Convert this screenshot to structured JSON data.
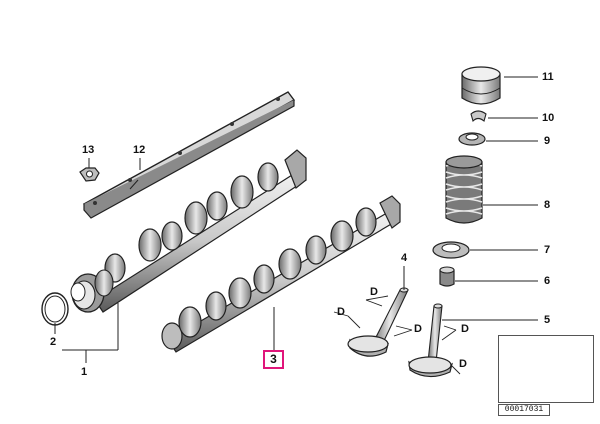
{
  "callouts": {
    "c1": "1",
    "c2": "2",
    "c3": "3",
    "c4": "4",
    "c5": "5",
    "c6": "6",
    "c7": "7",
    "c8": "8",
    "c9": "9",
    "c10": "10",
    "c11": "11",
    "c12": "12",
    "c13": "13"
  },
  "dimension_label": "D",
  "highlighted_callout": "3",
  "highlight_color": "#e0157a",
  "diagram_id": "00017031"
}
